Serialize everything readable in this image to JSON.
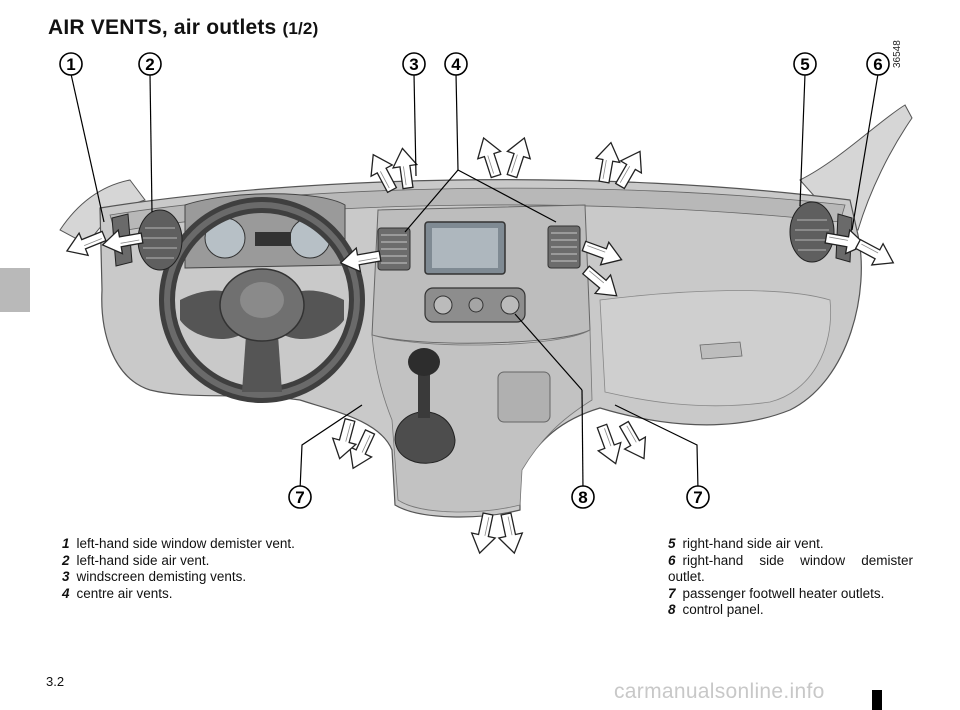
{
  "title": {
    "main": "AIR VENTS, air outlets ",
    "part": "(1/2)"
  },
  "figure_code": "36548",
  "callouts": [
    {
      "id": "1",
      "label": "1"
    },
    {
      "id": "2",
      "label": "2"
    },
    {
      "id": "3",
      "label": "3"
    },
    {
      "id": "4",
      "label": "4"
    },
    {
      "id": "5",
      "label": "5"
    },
    {
      "id": "6",
      "label": "6"
    },
    {
      "id": "7a",
      "label": "7"
    },
    {
      "id": "8",
      "label": "8"
    },
    {
      "id": "7b",
      "label": "7"
    }
  ],
  "legend_left": [
    {
      "num": "1",
      "text": "left-hand side window demister vent."
    },
    {
      "num": "2",
      "text": "left-hand side air vent."
    },
    {
      "num": "3",
      "text": "windscreen demisting vents."
    },
    {
      "num": "4",
      "text": "centre air vents."
    }
  ],
  "legend_right": [
    {
      "num": "5",
      "text": "right-hand side air vent."
    },
    {
      "num": "6",
      "text": "right-hand side window demister outlet."
    },
    {
      "num": "7",
      "text": "passenger footwell heater outlets."
    },
    {
      "num": "8",
      "text": "control panel."
    }
  ],
  "page_number": "3.2",
  "watermark": "carmanualsonline.info",
  "colors": {
    "dash": "#c9c9c9",
    "dash_dark": "#9a9a9a",
    "arrow_fill": "#ffffff",
    "tab": "#b9b9b9"
  },
  "icons": [
    "steering-wheel-icon",
    "gear-lever-icon",
    "airflow-arrow-icon"
  ]
}
